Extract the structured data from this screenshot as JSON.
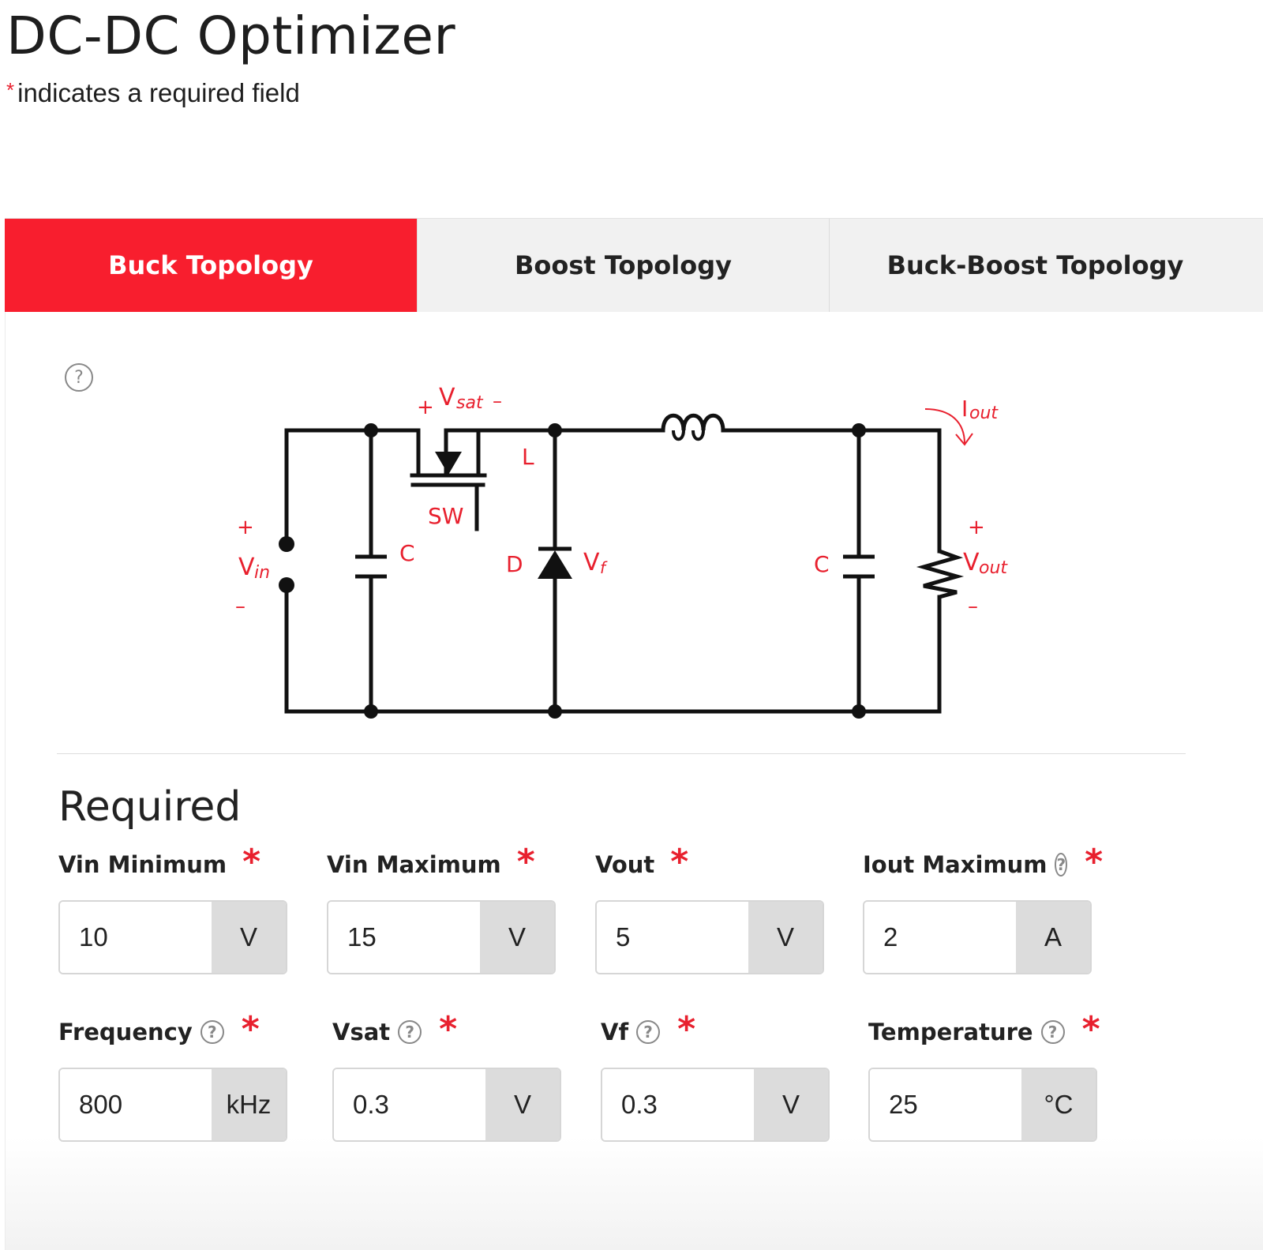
{
  "page": {
    "title": "DC-DC Optimizer",
    "required_note_star": "*",
    "required_note": "indicates a required field"
  },
  "tabs": [
    {
      "label": "Buck Topology",
      "active": true
    },
    {
      "label": "Boost Topology",
      "active": false
    },
    {
      "label": "Buck-Boost Topology",
      "active": false
    }
  ],
  "diagram": {
    "vsat_label": "V",
    "vsat_sub": "sat",
    "vsat_plus": "+",
    "vsat_minus": "–",
    "iout_label": "I",
    "iout_sub": "out",
    "inductor_label": "L",
    "switch_label": "SW",
    "cap_in_label": "C",
    "cap_out_label": "C",
    "diode_label": "D",
    "vf_label": "V",
    "vf_sub": "f",
    "vin_label": "V",
    "vin_sub": "in",
    "vin_plus": "+",
    "vin_minus": "–",
    "vout_label": "V",
    "vout_sub": "out",
    "vout_plus": "+",
    "vout_minus": "–",
    "accent_color": "#e8202e"
  },
  "required": {
    "title": "Required",
    "fields": [
      {
        "label": "Vin Minimum",
        "value": "10",
        "unit": "V",
        "help": false
      },
      {
        "label": "Vin Maximum",
        "value": "15",
        "unit": "V",
        "help": false
      },
      {
        "label": "Vout",
        "value": "5",
        "unit": "V",
        "help": false
      },
      {
        "label": "Iout Maximum",
        "value": "2",
        "unit": "A",
        "help": true
      },
      {
        "label": "Frequency",
        "value": "800",
        "unit": "kHz",
        "help": true
      },
      {
        "label": "Vsat",
        "value": "0.3",
        "unit": "V",
        "help": true
      },
      {
        "label": "Vf",
        "value": "0.3",
        "unit": "V",
        "help": true
      },
      {
        "label": "Temperature",
        "value": "25",
        "unit": "°C",
        "help": true
      }
    ],
    "required_marker": "*",
    "help_glyph": "?"
  },
  "colors": {
    "brand_red": "#f81e2e",
    "unit_bg": "#dcdcdc"
  }
}
